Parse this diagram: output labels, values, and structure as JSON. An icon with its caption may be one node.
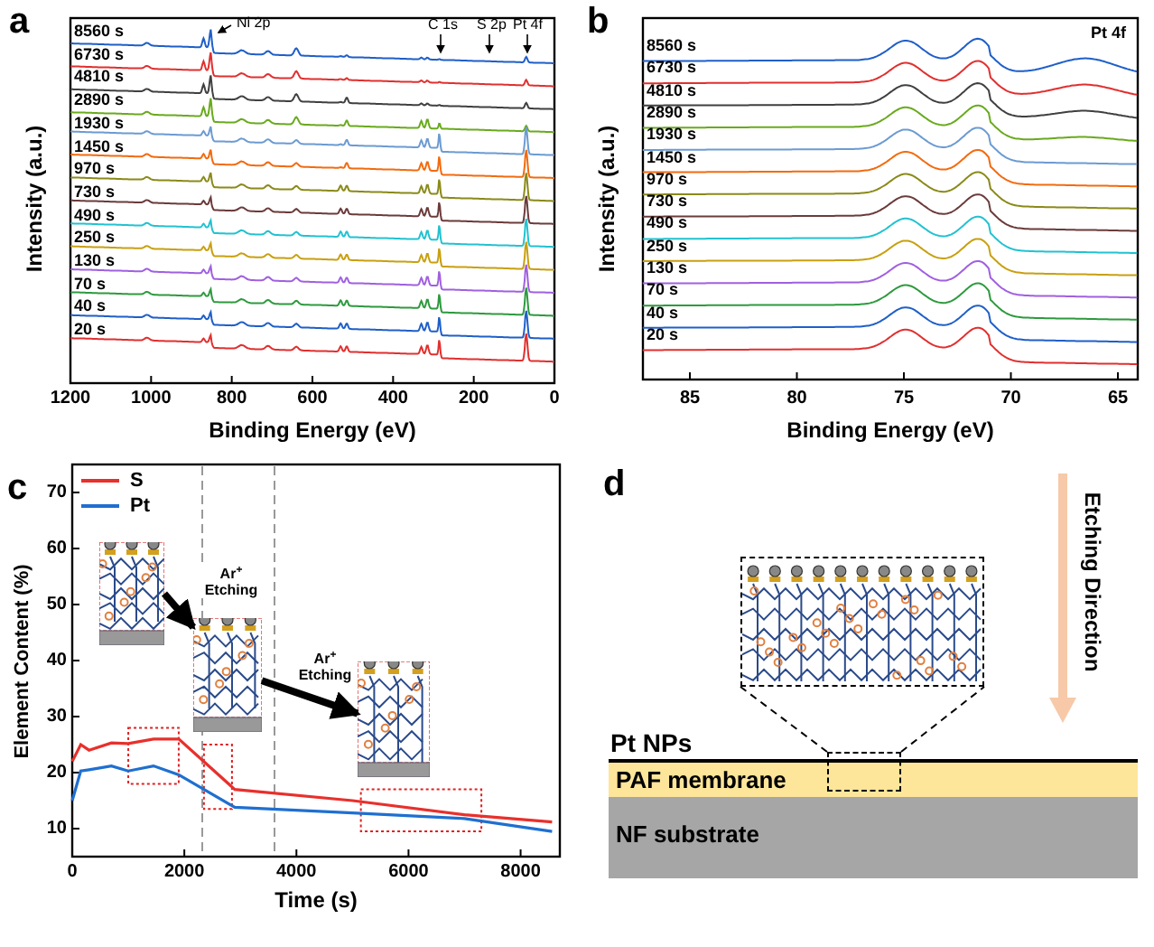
{
  "diagram": {
    "nodes": [
      {
        "text": [],
        "shape": "picture"
      },
      {
        "text": [],
        "shape": "picture"
      },
      {
        "text": [],
        "shape": "picture"
      },
      {
        "text": [
          "Pt NPs"
        ]
      },
      {
        "text": [
          "PAF membrane"
        ]
      },
      {
        "text": [
          "NF substrate"
        ]
      },
      {
        "text": [],
        "shape": "box"
      },
      {
        "text": [],
        "shape": "picture"
      }
    ],
    "edges": [
      {
        "from": 0,
        "to": 1,
        "arrow": "to",
        "style": "thick",
        "label": "Ar$^{+}$ Etching"
      },
      {
        "from": 1,
        "to": 2,
        "arrow": "to",
        "style": "thick",
        "label": "Ar$^{+}$ Etching"
      },
      {
        "from": 6,
        "to": 7,
        "arrow": "none",
        "style": "dashed"
      },
      {
        "from": 6,
        "to": 7,
        "arrow": "none",
        "style": "dashed"
      }
    ],
    "labels": [
      "a",
      "8560 s",
      "6730 s",
      "4810 s",
      "2890 s",
      "1930 s",
      "1450 s",
      "970 s",
      "730 s",
      "490 s",
      "250 s",
      "130 s",
      "70 s",
      "40 s",
      "20 s",
      "Ni 2p",
      "C 1s",
      "S 2p",
      "Pt 4f",
      "Intensity (a.u.)",
      "1200",
      "1000",
      "800",
      "600",
      "400",
      "200",
      "0",
      "Binding Energy (eV)",
      "b",
      "8560 s",
      "6730 s",
      "4810 s",
      "2890 s",
      "1930 s",
      "1450 s",
      "970 s",
      "730 s",
      "490 s",
      "250 s",
      "130 s",
      "70 s",
      "40 s",
      "20 s",
      "Pt 4f",
      "Intensity (a.u.)",
      "85",
      "80",
      "75",
      "70",
      "65",
      "Binding Energy (eV)",
      "c",
      "d",
      "Etching Direction"
    ],
    "chart_data": {
      "type": "line",
      "xlabel": "Time (s)",
      "ylabel": "Element Content (%)",
      "x": [
        0,
        150,
        300,
        700,
        1000,
        1450,
        1900,
        2900,
        5000,
        7000,
        8560
      ],
      "series": [
        {
          "name": "S",
          "color": "#e8302c",
          "values": [
            22,
            25,
            24,
            25.3,
            25.2,
            26,
            26,
            17,
            15,
            12.5,
            11.2
          ]
        },
        {
          "name": "Pt",
          "color": "#1f6fd0",
          "values": [
            15,
            20.3,
            20.5,
            21.2,
            20.3,
            21.2,
            19.6,
            13.8,
            12.8,
            11.8,
            9.5
          ]
        }
      ],
      "legend": "upper left",
      "xlim": [
        0,
        8700
      ],
      "ylim": [
        5,
        75
      ],
      "xticks": [
        0,
        2000,
        4000,
        6000,
        8000
      ],
      "yticks": [
        10,
        20,
        30,
        40,
        50,
        60,
        70
      ]
    }
  }
}
